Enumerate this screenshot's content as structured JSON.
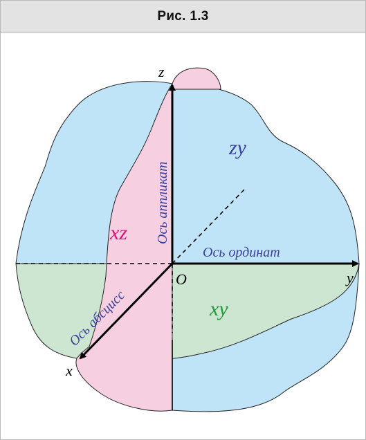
{
  "header": {
    "title": "Рис. 1.3"
  },
  "axes": {
    "z_letter": "z",
    "y_letter": "y",
    "x_letter": "x",
    "origin_letter": "O",
    "applicate_caption": "Ось аппликат",
    "ordinate_caption": "Ось ординат",
    "abscissa_caption": "Ось абсцисс"
  },
  "planes": {
    "zy_label": "zy",
    "xz_label": "xz",
    "xy_label": "xy"
  },
  "colors": {
    "plane_zy": "#bfe3f7",
    "plane_xz": "#f6cfe0",
    "plane_xy": "#cce6d1",
    "label_zy": "#3a3fa0",
    "label_xz": "#e0107a",
    "label_xy": "#1e9a3a",
    "caption_blue": "#3a3f9e"
  }
}
